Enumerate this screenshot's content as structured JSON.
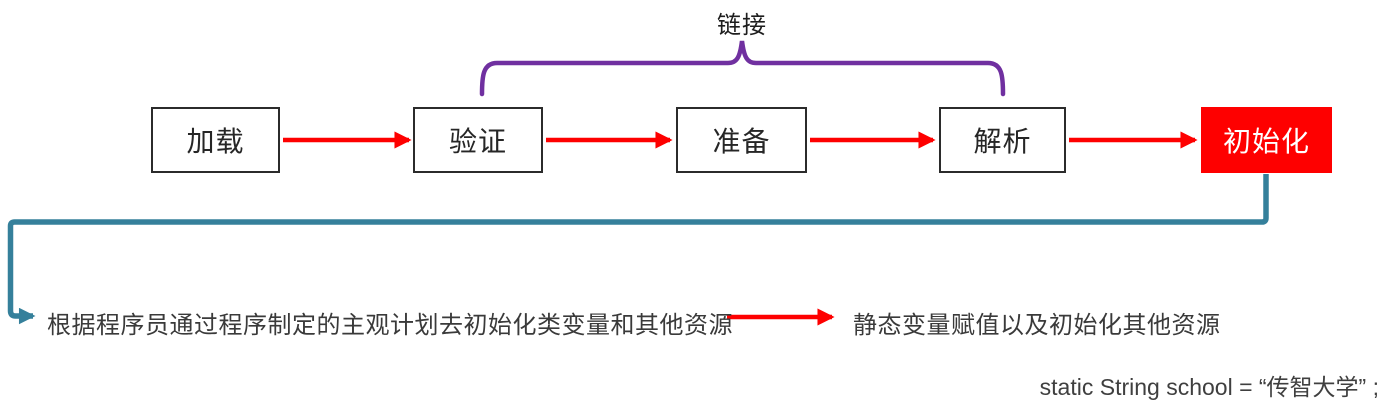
{
  "diagram": {
    "title_context": "JVM class loading phases flow",
    "bracket_label": "链接",
    "stages": [
      {
        "label": "加载",
        "highlight": false
      },
      {
        "label": "验证",
        "highlight": false
      },
      {
        "label": "准备",
        "highlight": false
      },
      {
        "label": "解析",
        "highlight": false
      },
      {
        "label": "初始化",
        "highlight": true
      }
    ],
    "notes": {
      "init_description": "根据程序员通过程序制定的主观计划去初始化类变量和其他资源",
      "static_description": "静态变量赋值以及初始化其他资源",
      "code_example": "static String school = “传智大学” ;"
    },
    "colors": {
      "arrow_red": "#fe0000",
      "highlight_box_red": "#fe0000",
      "link_brace_purple": "#7030a0",
      "flow_teal": "#35809b",
      "box_border": "#2b2b2b",
      "text_dark": "#3a3a3a"
    }
  }
}
